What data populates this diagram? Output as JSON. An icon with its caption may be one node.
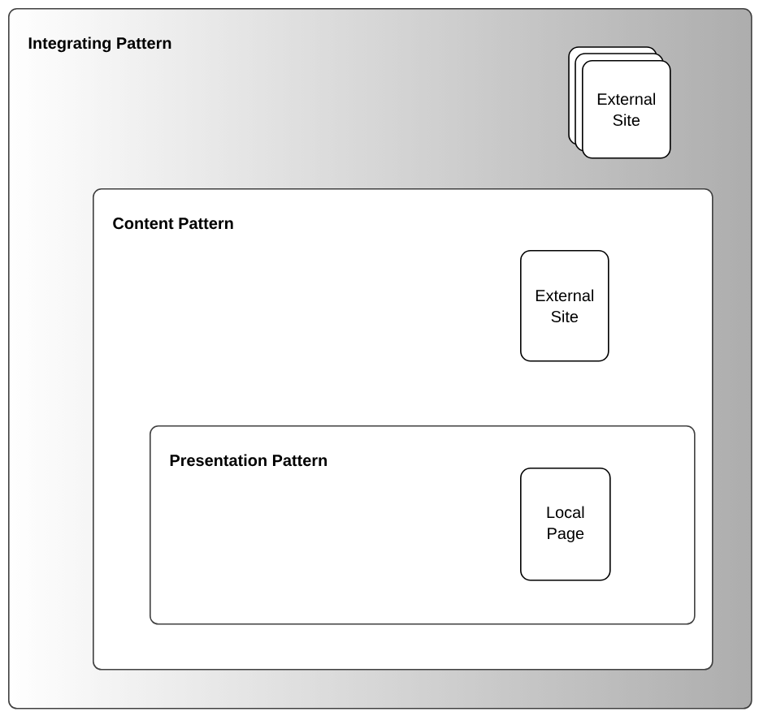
{
  "diagram": {
    "nodes": [
      {
        "text": [
          "Integrating Pattern"
        ]
      },
      {
        "text": [
          "External Site"
        ],
        "in": 0
      },
      {
        "text": [
          "Content Pattern"
        ],
        "in": 0
      },
      {
        "text": [
          "External Site"
        ],
        "in": 2
      },
      {
        "text": [
          "Presentation Pattern"
        ],
        "in": 2
      },
      {
        "text": [
          "Local Page"
        ],
        "in": 4
      }
    ]
  }
}
